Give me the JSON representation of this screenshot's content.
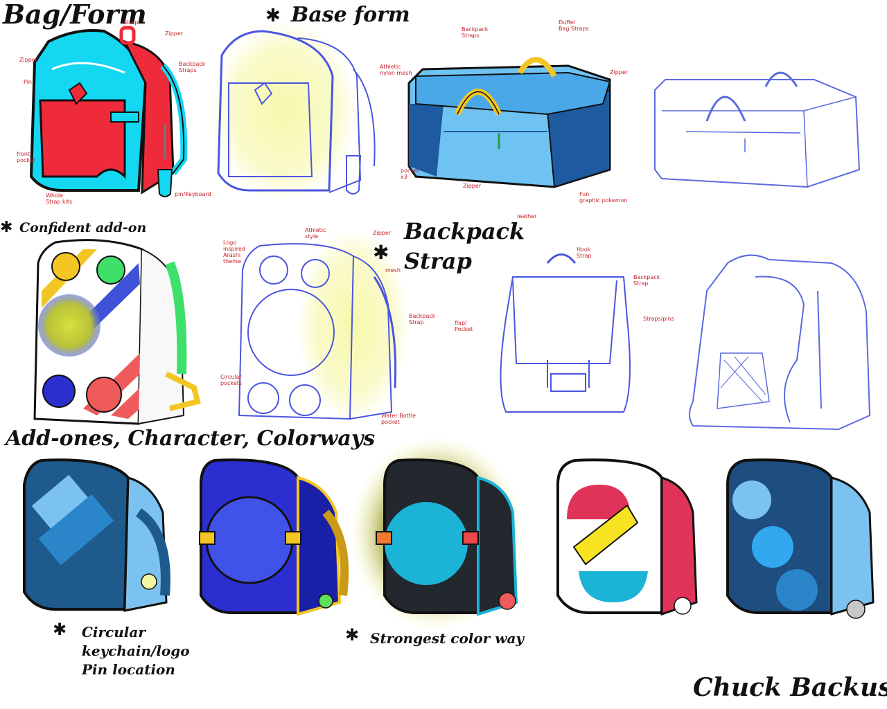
{
  "headings": {
    "bag_form": "Bag/Form",
    "base_form": "Base form",
    "confident_addon": "Confident add-on",
    "backpack_strap_line1": "Backpack",
    "backpack_strap_line2": "Strap",
    "addons_title": "Add-ones, Character, Colorways",
    "circular_keychain": "Circular\nkeychain/logo\nPin location",
    "strongest_colorway": "Strongest color way",
    "author": "Chuck Backus"
  },
  "star_symbol": "✱",
  "annotations": {
    "bag1": [
      "Strap",
      "Zipper",
      "Zipper",
      "Backpack\nStraps",
      "Pin",
      "front\npocket",
      "Whole\nStrap kits",
      "pin/Keyboard"
    ],
    "duffel": [
      "Backpack\nStraps",
      "Duffel\nBag Straps",
      "Athletic\nnylon mesh",
      "Zipper",
      "pocket\nx3",
      "Zipper",
      "Fun\ngraphic pokemon",
      "leather"
    ],
    "backpack2": [
      "Logo\ninspired\nArashi\ntheme",
      "Athletic\nstyle",
      "Zipper",
      "mesh",
      "Backpack\nStrap",
      "Circular\npockets",
      "Water Bottle\npocket"
    ],
    "backpack3": [
      "Hook\nStrap",
      "Backpack\nStrap",
      "Straps/pins",
      "flap/\nPocket"
    ]
  },
  "colors": {
    "cyan": "#14d8f2",
    "red": "#ef2b3b",
    "sketch_blue": "#4a55e0",
    "highlight": "#f4f7a0",
    "duffel_dark": "#1e5aa0",
    "duffel_light": "#6fc3f2",
    "handle_yellow": "#f4c623",
    "navy": "#1e5a8c",
    "light_blue": "#7cc2f0",
    "royal": "#2b2fd0",
    "dark_grey": "#23272e",
    "teal": "#1bb3d6",
    "pink": "#e03359",
    "yellow": "#f7e321",
    "annotation_red": "#c8202a"
  },
  "icons": [
    "star-marker-icon",
    "backpack-icon",
    "duffel-bag-icon"
  ]
}
